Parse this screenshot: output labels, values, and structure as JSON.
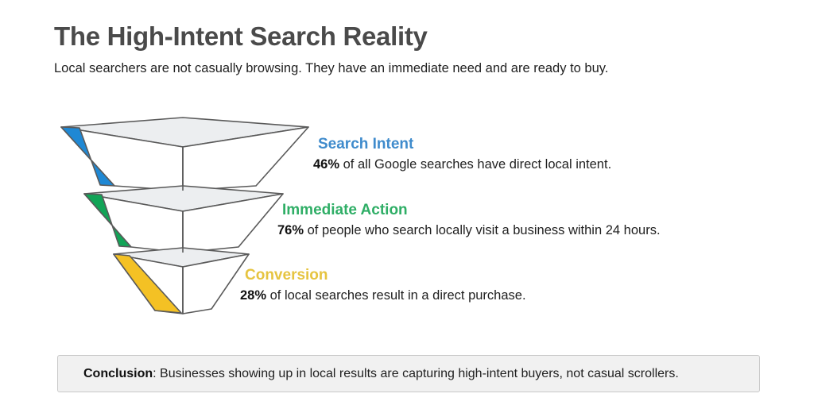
{
  "header": {
    "title": "The High-Intent Search Reality",
    "subtitle": "Local searchers are not casually browsing. They have an immediate need and are ready to buy."
  },
  "funnel": {
    "name": "three-tier-3d-funnel",
    "tiers": [
      {
        "id": "search-intent",
        "label": "Search Intent",
        "accent_color": "#1f88d4",
        "heading_color": "#3f8bcc",
        "value": "46%",
        "statement": "of all Google searches have direct local intent.",
        "statement_prefix": "of all Google searches have direct local intent."
      },
      {
        "id": "immediate-action",
        "label": "Immediate Action",
        "accent_color": "#12a457",
        "heading_color": "#2fae66",
        "value": "76%",
        "statement": "of people who search locally visit a business within 24 hours.",
        "statement_prefix": "of people who search locally visit a business within 24 hours."
      },
      {
        "id": "conversion",
        "label": "Conversion",
        "accent_color": "#f4c124",
        "heading_color": "#e6c440",
        "value": "28%",
        "statement": "of local searches result in a direct purchase.",
        "statement_prefix": "of local searches result in a direct purchase."
      }
    ],
    "body_fill": "#ffffff",
    "top_face_fill": "#eceef0",
    "outline_color": "#5a5a5a"
  },
  "conclusion": {
    "lead": "Conclusion",
    "separator": ":",
    "text": "Businesses showing up in local results are capturing high-intent buyers, not casual scrollers.",
    "background": "#f1f1f1",
    "border": "#c9c9c9"
  },
  "chart_data": {
    "type": "funnel",
    "title": "The High-Intent Search Reality",
    "subtitle": "Local searchers are not casually browsing. They have an immediate need and are ready to buy.",
    "categories": [
      "Search Intent",
      "Immediate Action",
      "Conversion"
    ],
    "values": [
      46,
      76,
      28
    ],
    "value_labels": [
      "46%",
      "76%",
      "28%"
    ],
    "unit": "percent",
    "series_colors": [
      "#1f88d4",
      "#12a457",
      "#f4c124"
    ],
    "annotations": [
      "46% of all Google searches have direct local intent.",
      "76% of people who search locally visit a business within 24 hours.",
      "28% of local searches result in a direct purchase."
    ],
    "note": "Tier widths are stylistic (decreasing top to bottom) and do not scale with the percentage values.",
    "legend": "none",
    "grid": false
  }
}
